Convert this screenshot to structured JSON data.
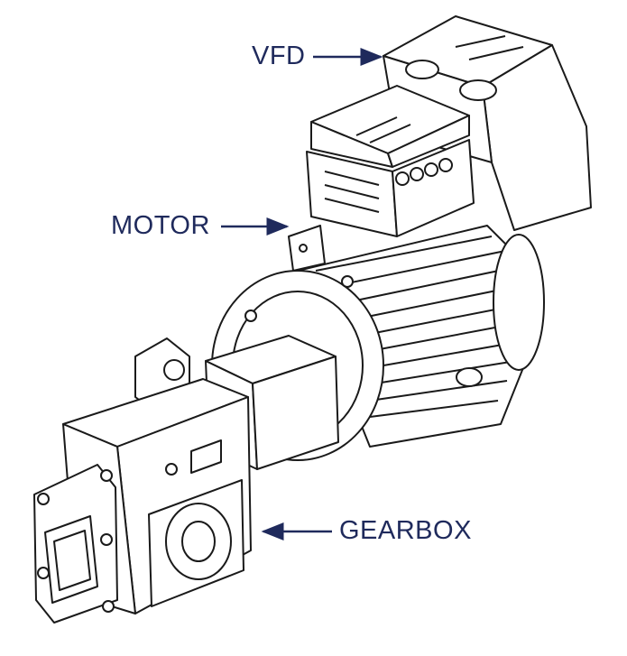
{
  "colors": {
    "label": "#1f2a5c",
    "arrow": "#1f2a5c",
    "line": "#1a1a1a",
    "fill": "#ffffff",
    "shade": "#d8d8d8"
  },
  "labels": {
    "vfd": "VFD",
    "motor": "MOTOR",
    "gearbox": "GEARBOX"
  }
}
